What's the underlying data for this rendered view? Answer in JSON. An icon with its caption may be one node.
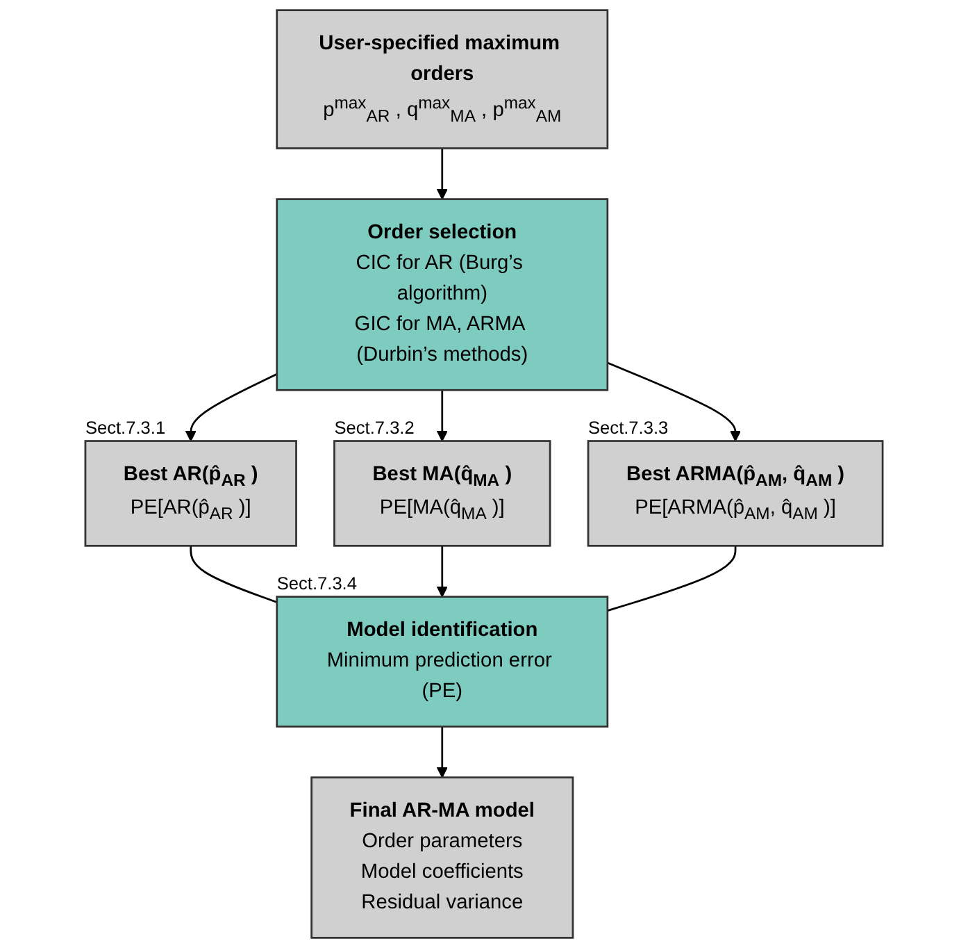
{
  "diagram": {
    "nodes": [
      {
        "text": [
          "User-specified maximum orders",
          "p$^{max}$$_{AR}$ , q$^{max}$$_{MA}$ , p$^{max}$$_{AM}$"
        ]
      },
      {
        "text": [
          "Order selection",
          "CIC for AR (Burg’s algorithm)",
          "GIC for MA, ARMA (Durbin’s methods)"
        ]
      },
      {
        "text": [
          "Best AR(p̂$_{AR}$ )",
          "PE[AR(p̂$_{AR}$ )]"
        ],
        "beside": [
          "Sect.7.3.1"
        ]
      },
      {
        "text": [
          "Best MA(q̂$_{MA}$ )",
          "PE[MA(q̂$_{MA}$ )]"
        ],
        "beside": [
          "Sect.7.3.2"
        ]
      },
      {
        "text": [
          "Best ARMA(p̂$_{AM}$, q̂$_{AM}$ )",
          "PE[ARMA(p̂$_{AM}$, q̂$_{AM}$ )]"
        ],
        "beside": [
          "Sect.7.3.3"
        ]
      },
      {
        "text": [
          "Model identification",
          "Minimum prediction error (PE)"
        ],
        "beside": [
          "Sect.7.3.4"
        ]
      },
      {
        "text": [
          "Final AR-MA model",
          "Order parameters",
          "Model coefficients",
          "Residual variance"
        ]
      }
    ],
    "edges": [
      {
        "from": 0,
        "to": 1,
        "arrow": "to"
      },
      {
        "from": 1,
        "to": 2,
        "arrow": "to"
      },
      {
        "from": 1,
        "to": 3,
        "arrow": "to"
      },
      {
        "from": 1,
        "to": 4,
        "arrow": "to"
      },
      {
        "from": 2,
        "to": 5,
        "arrow": "none"
      },
      {
        "from": 3,
        "to": 5,
        "arrow": "to"
      },
      {
        "from": 4,
        "to": 5,
        "arrow": "none"
      },
      {
        "from": 5,
        "to": 6,
        "arrow": "to"
      }
    ]
  }
}
